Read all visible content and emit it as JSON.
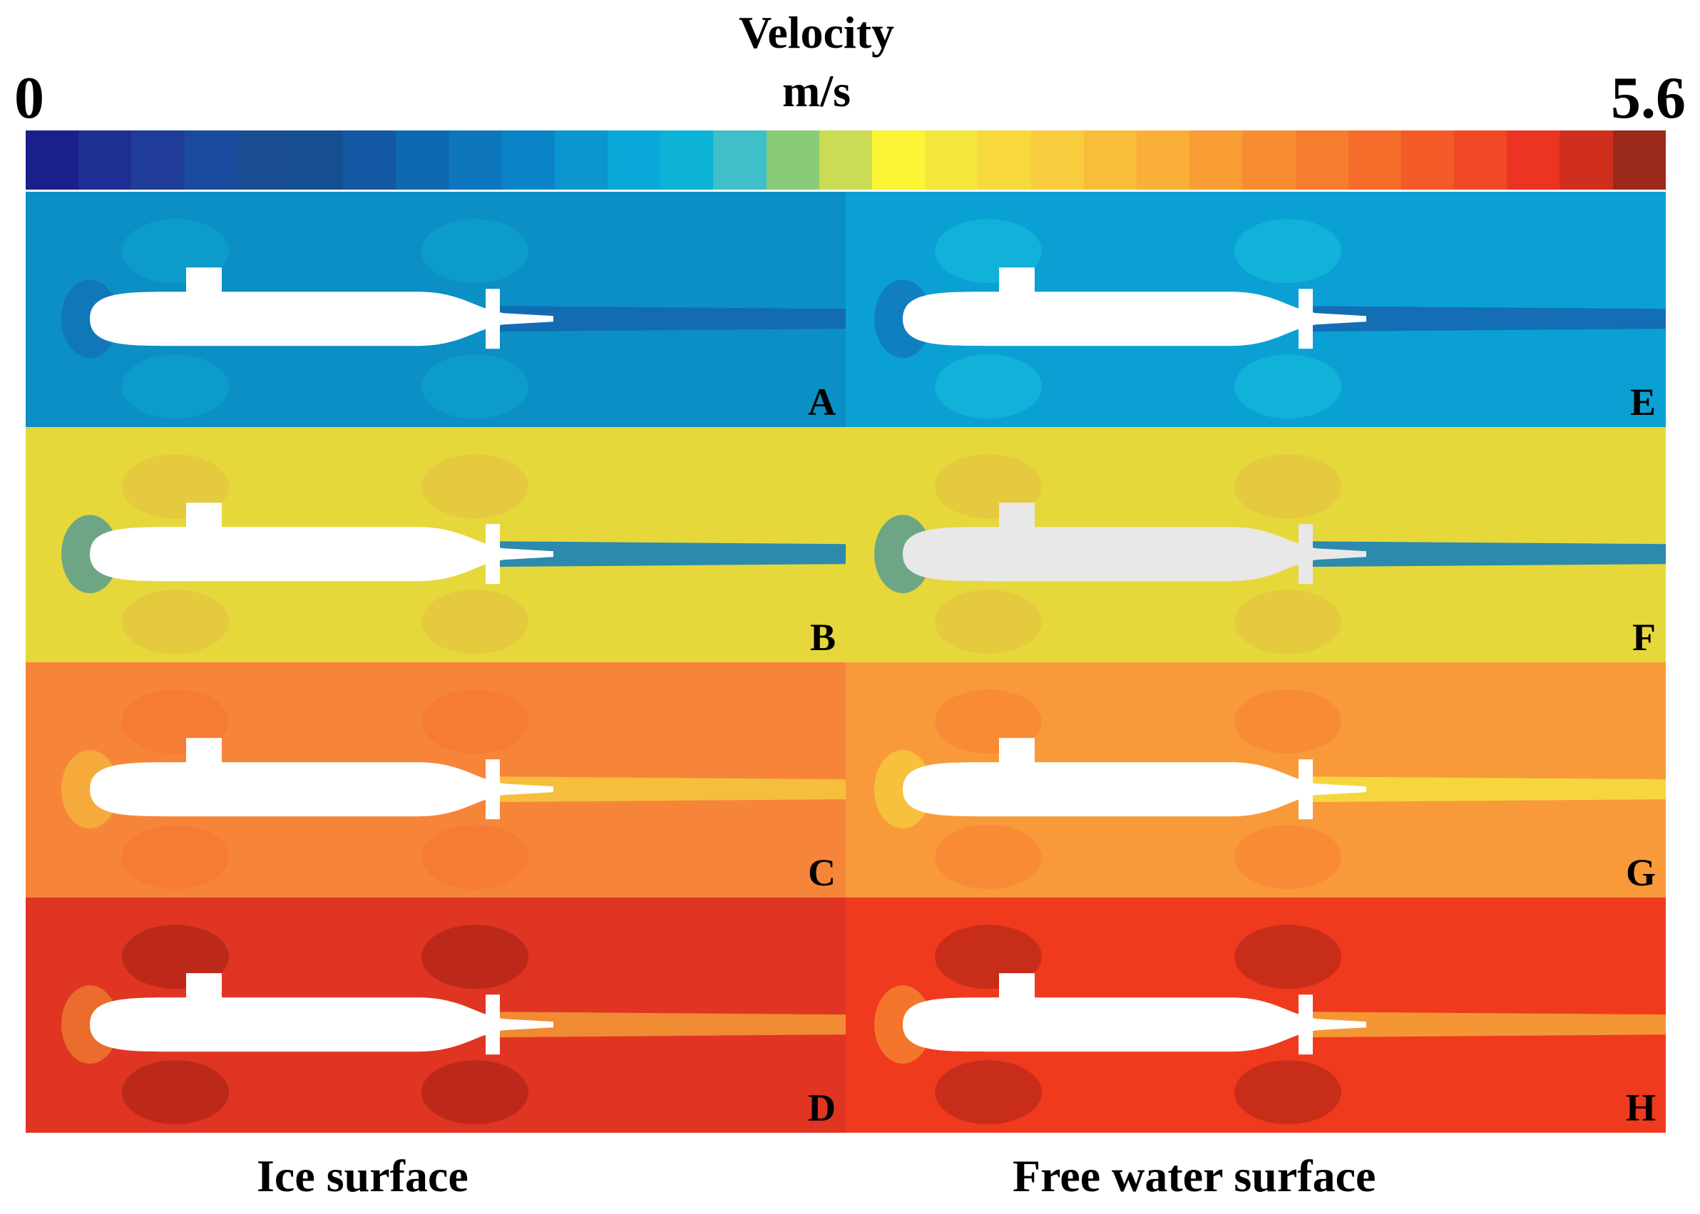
{
  "legend": {
    "title": "Velocity",
    "unit": "m/s",
    "min": "0",
    "max": "5.6",
    "colors": [
      "#1b1f8a",
      "#1e2f94",
      "#1f3c99",
      "#1a4a9e",
      "#1a4d8f",
      "#154f92",
      "#1359a3",
      "#0f68b2",
      "#0d76bd",
      "#0b84c7",
      "#0b96d0",
      "#0aa8d8",
      "#0cb3d6",
      "#3fbfca",
      "#88cc78",
      "#c9dc54",
      "#fbf536",
      "#f5e73c",
      "#f7d93e",
      "#f8cc3d",
      "#f8bd3b",
      "#f9af38",
      "#f89e34",
      "#f78d30",
      "#f67d2d",
      "#f46b2a",
      "#f35a27",
      "#f04825",
      "#ec3422",
      "#cf2f1c",
      "#9c2a1a"
    ]
  },
  "panels": [
    {
      "label": "A",
      "bg": "#0b8fc4",
      "wake": "#1565b0",
      "lobe": "#0d9dcb",
      "body": "#ffffff"
    },
    {
      "label": "B",
      "bg": "#e6d83a",
      "wake": "#0b7dc2",
      "lobe": "#e4c840",
      "body": "#ffffff"
    },
    {
      "label": "C",
      "bg": "#f6853a",
      "wake": "#f6c83e",
      "lobe": "#f67a34",
      "body": "#ffffff"
    },
    {
      "label": "D",
      "bg": "#e03522",
      "wake": "#f39a36",
      "lobe": "#b8281a",
      "body": "#ffffff"
    },
    {
      "label": "E",
      "bg": "#0ba0d3",
      "wake": "#1565b0",
      "lobe": "#12b3da",
      "body": "#ffffff"
    },
    {
      "label": "F",
      "bg": "#e6d83a",
      "wake": "#0b7dc2",
      "lobe": "#e4c840",
      "body": "#e8e8e8"
    },
    {
      "label": "G",
      "bg": "#f89a3a",
      "wake": "#f6e040",
      "lobe": "#f88a36",
      "body": "#ffffff"
    },
    {
      "label": "H",
      "bg": "#f03a1e",
      "wake": "#f6a738",
      "lobe": "#c32c1a",
      "body": "#ffffff"
    }
  ],
  "columns": {
    "left": "Ice surface",
    "right": "Free water surface"
  }
}
